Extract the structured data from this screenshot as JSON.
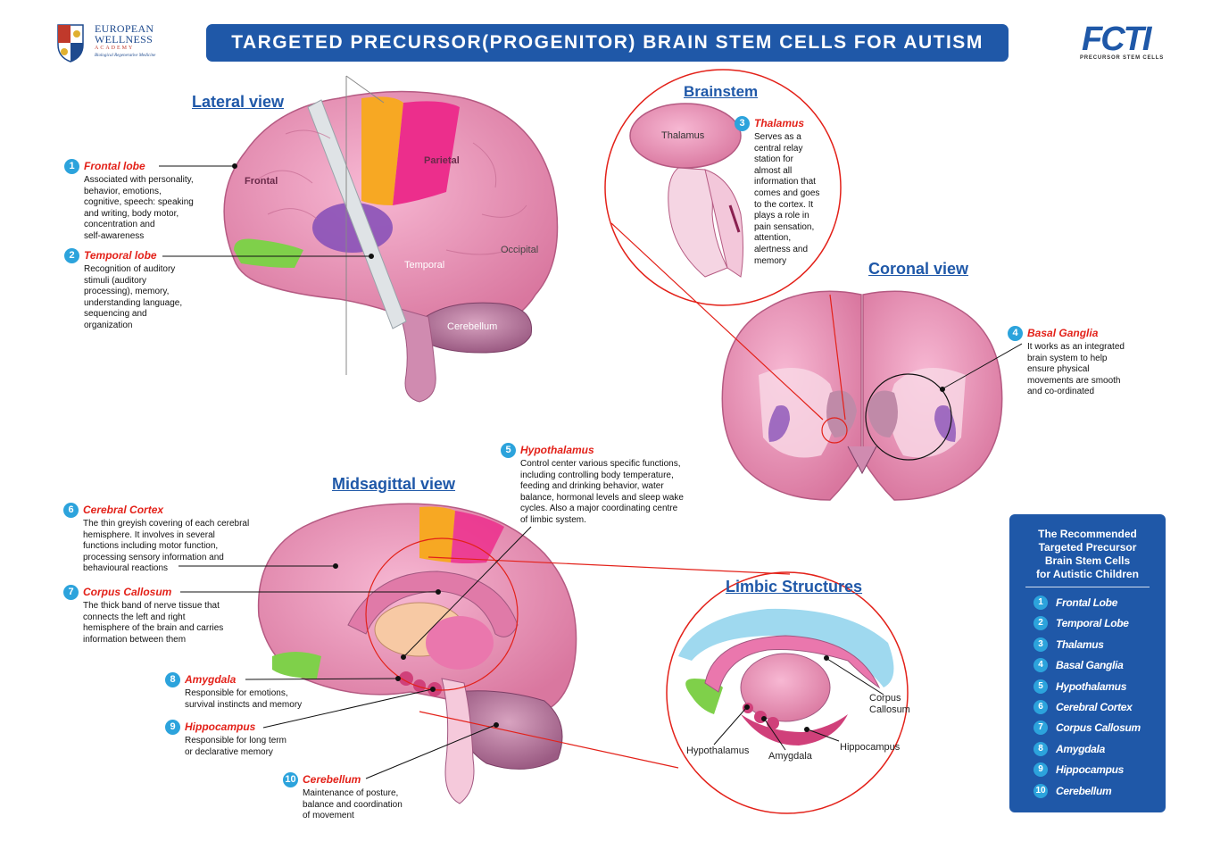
{
  "header": {
    "logo_left": {
      "line1": "EUROPEAN",
      "line2": "WELLNESS",
      "line3": "ACADEMY",
      "line4": "Biological Regenerative Medicine"
    },
    "title": "TARGETED PRECURSOR(PROGENITOR)  BRAIN STEM CELLS FOR AUTISM",
    "logo_right": {
      "mark": "FCTI",
      "sub": "PRECURSOR STEM CELLS"
    }
  },
  "views": {
    "lateral": "Lateral view",
    "brainstem": "Brainstem",
    "coronal": "Coronal view",
    "midsagittal": "Midsagittal view",
    "limbic": "Limbic Structures"
  },
  "lateral_labels": {
    "frontal": "Frontal",
    "parietal": "Parietal",
    "occipital": "Occipital",
    "temporal": "Temporal",
    "cerebellum": "Cerebellum"
  },
  "brainstem_labels": {
    "thalamus": "Thalamus"
  },
  "limbic_labels": {
    "corpus_callosum_1": "Corpus",
    "corpus_callosum_2": "Callosum",
    "hypothalamus": "Hypothalamus",
    "amygdala": "Amygdala",
    "hippocampus": "Hippocampus"
  },
  "annotations": [
    {
      "num": "1",
      "name": "Frontal lobe",
      "desc": [
        "Associated with personality,",
        "behavior, emotions,",
        "cognitive, speech: speaking",
        "and writing, body motor,",
        "concentration and",
        "self-awareness"
      ]
    },
    {
      "num": "2",
      "name": "Temporal lobe",
      "desc": [
        "Recognition of auditory",
        "stimuli (auditory",
        "processing), memory,",
        "understanding language,",
        "sequencing and",
        "organization"
      ]
    },
    {
      "num": "3",
      "name": "Thalamus",
      "desc": [
        "Serves as a",
        "central relay",
        "station for",
        "almost all",
        "information that",
        "comes and goes",
        "to the cortex. It",
        "plays a role in",
        "pain sensation,",
        "attention,",
        "alertness and",
        "memory"
      ]
    },
    {
      "num": "4",
      "name": "Basal Ganglia",
      "desc": [
        "It works as an integrated",
        "brain system to help",
        "ensure physical",
        "movements are smooth",
        "and co-ordinated"
      ]
    },
    {
      "num": "5",
      "name": "Hypothalamus",
      "desc": [
        "Control center various specific functions,",
        "including controlling body temperature,",
        "feeding and drinking behavior, water",
        "balance, hormonal levels and sleep wake",
        "cycles. Also a major coordinating centre",
        "of limbic system."
      ]
    },
    {
      "num": "6",
      "name": "Cerebral Cortex",
      "desc": [
        "The thin greyish covering of each cerebral",
        "hemisphere. It involves in several",
        "functions including motor function,",
        "processing sensory information and",
        "behavioural reactions"
      ]
    },
    {
      "num": "7",
      "name": "Corpus Callosum",
      "desc": [
        "The thick band of nerve tissue that",
        "connects the left and right",
        "hemisphere of the brain and carries",
        "information between them"
      ]
    },
    {
      "num": "8",
      "name": "Amygdala",
      "desc": [
        "Responsible for emotions,",
        "survival instincts and memory"
      ]
    },
    {
      "num": "9",
      "name": "Hippocampus",
      "desc": [
        "Responsible for long term",
        "or declarative memory"
      ]
    },
    {
      "num": "10",
      "name": "Cerebellum",
      "desc": [
        "Maintenance of posture,",
        "balance and coordination",
        "of movement"
      ]
    }
  ],
  "sidebar": {
    "heading": [
      "The Recommended",
      "Targeted Precursor",
      "Brain Stem Cells",
      "for Autistic Children"
    ],
    "items": [
      {
        "num": "1",
        "label": "Frontal Lobe"
      },
      {
        "num": "2",
        "label": "Temporal Lobe"
      },
      {
        "num": "3",
        "label": "Thalamus"
      },
      {
        "num": "4",
        "label": "Basal Ganglia"
      },
      {
        "num": "5",
        "label": "Hypothalamus"
      },
      {
        "num": "6",
        "label": "Cerebral Cortex"
      },
      {
        "num": "7",
        "label": "Corpus Callosum"
      },
      {
        "num": "8",
        "label": "Amygdala"
      },
      {
        "num": "9",
        "label": "Hippocampus"
      },
      {
        "num": "10",
        "label": "Cerebellum"
      }
    ]
  },
  "colors": {
    "brand_blue": "#1f58a8",
    "number_badge": "#2ca3dc",
    "annotation_red": "#e32119",
    "brain_pink": "#f2a0c4",
    "frontal_green": "#7fd04a",
    "parietal_magenta": "#ec2e8c",
    "motor_orange": "#f7a823",
    "purple_region": "#8a52b8"
  }
}
